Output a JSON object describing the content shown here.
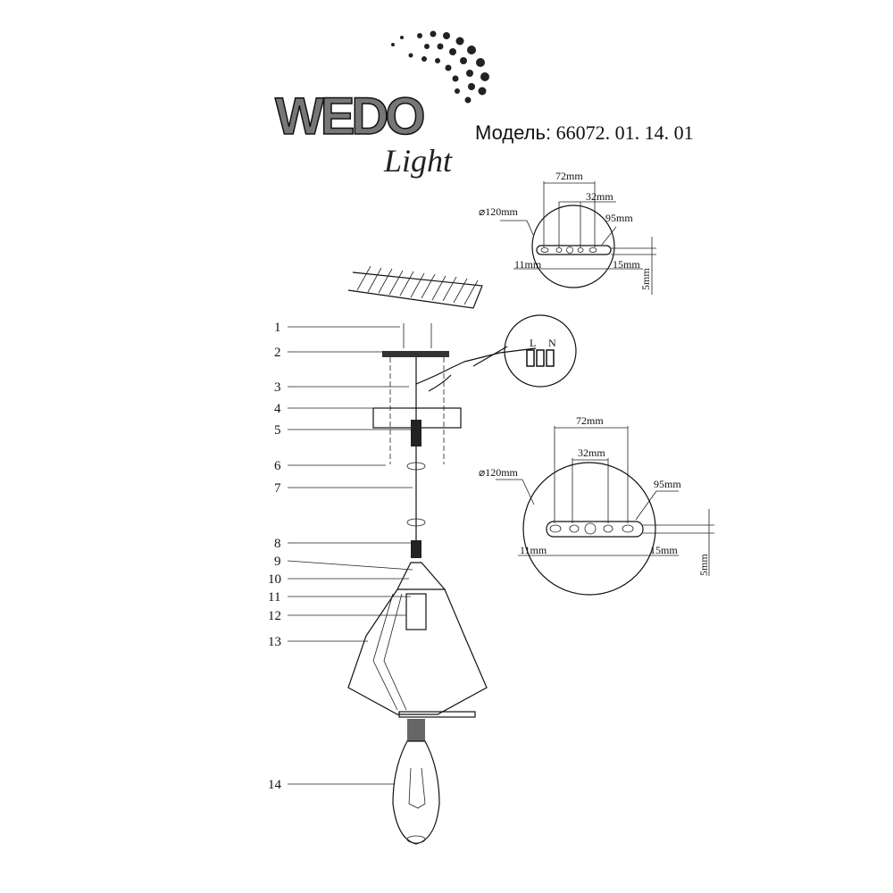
{
  "brand": {
    "logo_text": "WEDO",
    "logo_script": "Light"
  },
  "model": {
    "label": "Модель:",
    "value": "66072. 01. 14. 01"
  },
  "parts": [
    "1",
    "2",
    "3",
    "4",
    "5",
    "6",
    "7",
    "8",
    "9",
    "10",
    "11",
    "12",
    "13",
    "14"
  ],
  "detail_small": {
    "d72": "72mm",
    "d32": "32mm",
    "dia": "⌀120mm",
    "d95": "95mm",
    "d11": "11mm",
    "d15": "15mm",
    "d5": "5mm"
  },
  "detail_large": {
    "d72": "72mm",
    "d32": "32mm",
    "dia": "⌀120mm",
    "d95": "95mm",
    "d11": "11mm",
    "d15": "15mm",
    "d5": "5mm"
  },
  "terminal": {
    "l": "L",
    "n": "N"
  }
}
